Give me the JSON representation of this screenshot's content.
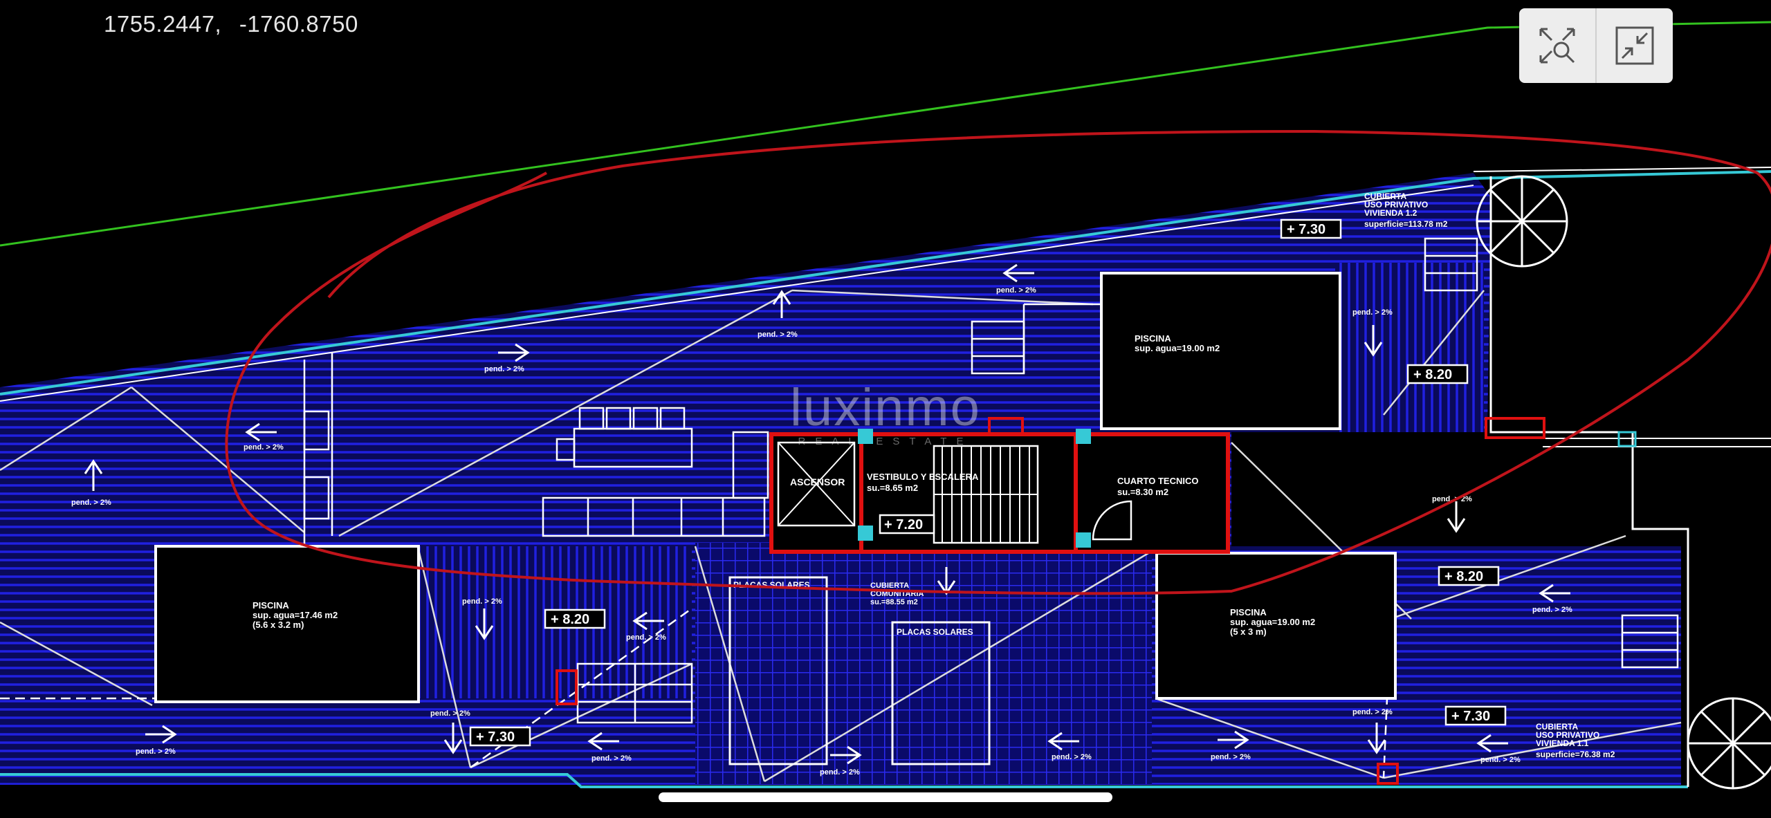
{
  "viewer": {
    "coordinates": {
      "x": "1755.2447,",
      "y": "-1760.8750"
    },
    "toolbar": [
      {
        "name": "zoom-extents-button",
        "icon": "zoom-extents-icon"
      },
      {
        "name": "fit-to-screen-button",
        "icon": "collapse-arrows-icon"
      }
    ],
    "watermark": {
      "brand": "luxinmo",
      "sub": "REAL ESTATE"
    },
    "colors": {
      "hatch": "#1414c8",
      "lines": "#ffffff",
      "boundary": "#33c21f",
      "markup": "#c0141b",
      "cyan": "#36c9d6",
      "core": "#e01010"
    }
  },
  "drawing": {
    "room_labels": {
      "cubierta_top": [
        "CUBIERTA",
        "USO PRIVATIVO",
        "VIVIENDA 1.2",
        "superficie=113.78 m2"
      ],
      "cubierta_bottom": [
        "CUBIERTA",
        "USO PRIVATIVO",
        "VIVIENDA 1.1",
        "superficie=76.38 m2"
      ],
      "piscina_top": [
        "PISCINA",
        "sup. agua=19.00 m2"
      ],
      "piscina_left": [
        "PISCINA",
        "sup. agua=17.46 m2",
        "(5.6 x 3.2 m)"
      ],
      "piscina_right": [
        "PISCINA",
        "sup. agua=19.00 m2",
        "(5 x 3 m)"
      ],
      "ascensor": "ASCENSOR",
      "vestibulo": [
        "VESTIBULO Y ESCALERA",
        "su.=8.65 m2"
      ],
      "cuarto": [
        "CUARTO TECNICO",
        "su.=8.30 m2"
      ],
      "placas1": "PLACAS SOLARES",
      "placas2": "PLACAS SOLARES",
      "cubierta_comun": [
        "CUBIERTA",
        "COMUNITARIA",
        "su.=88.55 m2"
      ]
    },
    "levels": [
      "+ 7.30",
      "+ 8.20",
      "+ 8.20",
      "+ 7.30",
      "+ 7.20",
      "+ 8.20",
      "+ 7.30"
    ],
    "slopes": [
      "pend. > 2%",
      "pend. > 2%",
      "pend. > 2%",
      "pend. > 2%",
      "pend. > 2%",
      "pend. > 2%",
      "pend. > 2%",
      "pend. > 2%",
      "pend. > 2%",
      "pend. > 2%",
      "pend. > 2%",
      "pend. > 2%",
      "pend. > 2%",
      "pend. > 2%",
      "pend. > 2%",
      "pend. > 2%",
      "pend. > 2%",
      "pend. > 2%"
    ]
  }
}
